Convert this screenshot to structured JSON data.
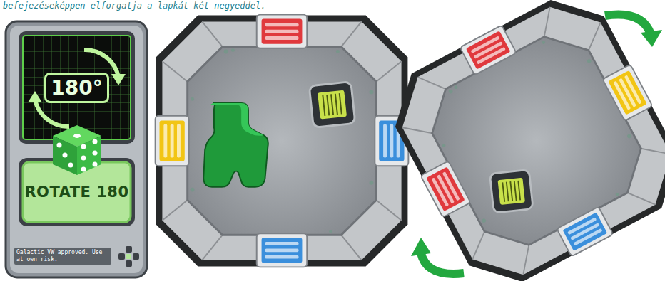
{
  "diagram": {
    "nodes": [
      {
        "text": [
          "Galactic VW approved. Use at own risk."
        ]
      },
      {
        "text": [
          "180°"
        ],
        "in": 0
      },
      {
        "text": [
          "ROTATE 180"
        ],
        "in": 0
      }
    ],
    "labels": [
      "befejezéseképpen elforgatja a lapkát két negyeddel."
    ]
  }
}
